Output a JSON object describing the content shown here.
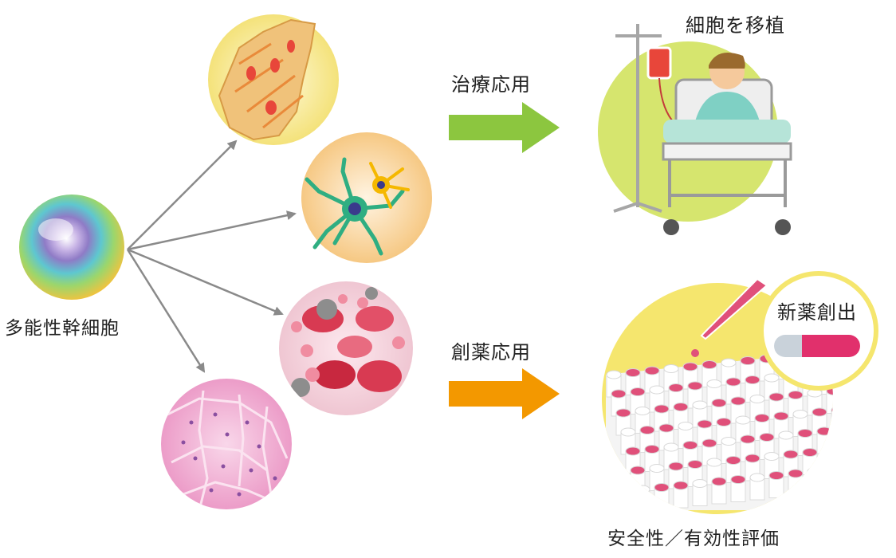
{
  "stem_cell": {
    "label": "多能性幹細胞"
  },
  "branches": [
    {
      "name": "cardiomyocytes",
      "fill": "#f3dca0"
    },
    {
      "name": "neurons",
      "fill": "#f7d9a0"
    },
    {
      "name": "blood-cells",
      "fill": "#f4d5dc"
    },
    {
      "name": "liver-tissue",
      "fill": "#f2b8d4"
    }
  ],
  "therapy": {
    "label": "治療応用",
    "arrow_color": "#8cc63f",
    "result_label": "細胞を移植",
    "result_color": "#d6e56e"
  },
  "drug_discovery": {
    "label": "創薬応用",
    "arrow_color": "#f39800",
    "result_label": "新薬創出",
    "evaluation_label": "安全性／有効性評価",
    "result_color": "#f5e66e"
  },
  "colors": {
    "connector": "#8a8a8a",
    "capsule_left": "#c9d2da",
    "capsule_right": "#e1306c",
    "plate_well": "#e0507a"
  }
}
